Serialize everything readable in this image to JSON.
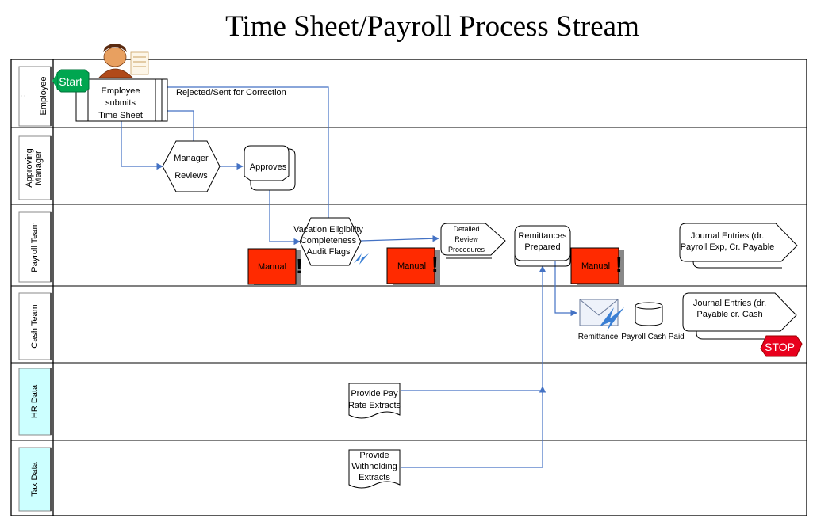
{
  "title": "Time Sheet/Payroll Process Stream",
  "lanes": [
    {
      "label": "Employee",
      "marker": ":"
    },
    {
      "label": "Approving Manager"
    },
    {
      "label": "Payroll Team"
    },
    {
      "label": "Cash Team"
    },
    {
      "label": "HR Data"
    },
    {
      "label": "Tax Data"
    }
  ],
  "terminals": {
    "start": "Start",
    "stop": "STOP"
  },
  "nodes": {
    "submit": [
      "Employee",
      "submits",
      "Time Sheet"
    ],
    "reviews": [
      "Manager",
      "Reviews"
    ],
    "approves": [
      "Approves"
    ],
    "vacation": [
      "Vacation Eligibility",
      "Completeness",
      "Audit Flags"
    ],
    "detailed": [
      "Detailed",
      "Review",
      "Procedures"
    ],
    "remit_prep": [
      "Remittances",
      "Prepared"
    ],
    "journal1": [
      "Journal Entries (dr.",
      "Payroll Exp, Cr. Payable"
    ],
    "journal2": [
      "Journal Entries (dr.",
      "Payable cr. Cash"
    ],
    "hr_extract": [
      "Provide Pay",
      "Rate Extracts"
    ],
    "tax_extract": [
      "Provide",
      "Withholding",
      "Extracts"
    ],
    "remittance": "Remittance",
    "cash_paid": "Payroll Cash Paid",
    "rejected": "Rejected/Sent for Correction"
  },
  "manual_boxes": [
    "Manual",
    "Manual",
    "Manual"
  ],
  "colors": {
    "start": "#00a650",
    "stop": "#e8001c",
    "manual": "#ff2a00",
    "lane_header_data": "#ccffff",
    "connector": "#4472c4",
    "lightning": "#3a7fd4"
  }
}
